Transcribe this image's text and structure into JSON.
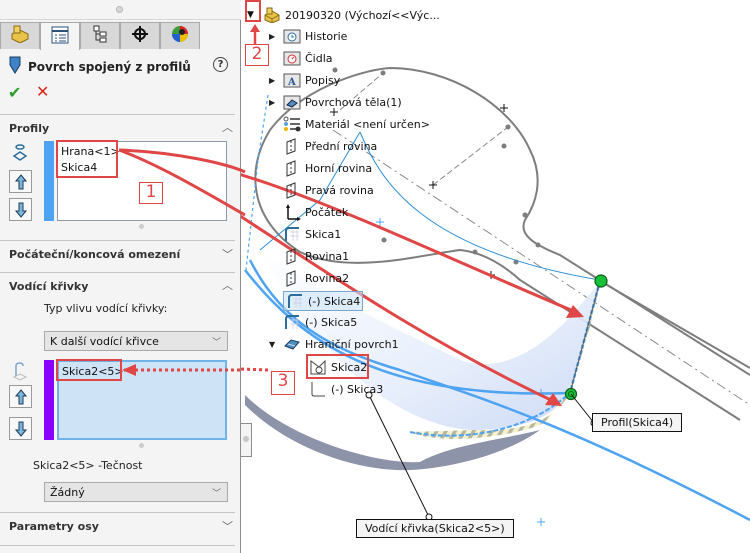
{
  "property_manager": {
    "tabs": [
      {
        "name": "featuremanager-tab",
        "icon": "part-icon"
      },
      {
        "name": "propertymanager-tab",
        "icon": "property-list-icon",
        "active": true
      },
      {
        "name": "configuration-tab",
        "icon": "config-tree-icon"
      },
      {
        "name": "dimxpert-tab",
        "icon": "crosshair-icon"
      },
      {
        "name": "appearance-tab",
        "icon": "color-wheel-icon"
      }
    ],
    "title": "Povrch spojený z profilů",
    "help": "?",
    "ok_symbol": "✔",
    "cancel_symbol": "✕",
    "sections": {
      "profiles": {
        "header": "Profily",
        "items": [
          "Hrana<1>",
          "Skica4"
        ],
        "bar_color": "#4ea3f2"
      },
      "start_end": {
        "header": "Počáteční/koncová omezení"
      },
      "guides": {
        "header": "Vodící křivky",
        "influence_label": "Typ vlivu vodící křivky:",
        "influence_value": "K další vodící křivce",
        "items": [
          "Skica2<5>"
        ],
        "bar_color": "#8a00ff",
        "tangency_label": "Skica2<5> -Tečnost",
        "tangency_value": "Žádný"
      },
      "axis": {
        "header": "Parametry osy"
      }
    }
  },
  "callouts": {
    "one": "1",
    "two": "2",
    "three": "3",
    "color": "#e04646"
  },
  "feature_tree": {
    "root": "20190320  (Výchozí<<Výc...",
    "items": [
      {
        "label": "Historie",
        "icon": "history-folder-icon",
        "expandable": true
      },
      {
        "label": "Čidla",
        "icon": "sensors-folder-icon",
        "expandable": false
      },
      {
        "label": "Popisy",
        "icon": "annotations-folder-icon",
        "expandable": true
      },
      {
        "label": "Povrchová těla(1)",
        "icon": "surface-bodies-folder-icon",
        "expandable": true
      },
      {
        "label": "Materiál <není určen>",
        "icon": "material-icon",
        "expandable": false
      },
      {
        "label": "Přední rovina",
        "icon": "plane-icon",
        "expandable": false
      },
      {
        "label": "Horní rovina",
        "icon": "plane-icon",
        "expandable": false
      },
      {
        "label": "Pravá rovina",
        "icon": "plane-icon",
        "expandable": false
      },
      {
        "label": "Počátek",
        "icon": "origin-icon",
        "expandable": false
      },
      {
        "label": "Skica1",
        "icon": "sketch-icon",
        "expandable": false
      },
      {
        "label": "Rovina1",
        "icon": "plane-icon",
        "expandable": false
      },
      {
        "label": "Rovina2",
        "icon": "plane-icon",
        "expandable": false
      },
      {
        "label": "(-) Skica4",
        "icon": "sketch-icon",
        "expandable": false,
        "selected": true
      },
      {
        "label": "(-) Skica5",
        "icon": "sketch-icon",
        "expandable": false
      },
      {
        "label": "Hraniční povrch1",
        "icon": "boundary-surface-icon",
        "expandable": true,
        "expanded": true
      },
      {
        "label": "Skica2",
        "icon": "sketch-guide-icon",
        "expandable": false,
        "child": true
      },
      {
        "label": "(-) Skica3",
        "icon": "sketch-icon",
        "expandable": false,
        "child": true
      }
    ]
  },
  "graphics": {
    "tag_profile": "Profil(Skica4)",
    "tag_guide": "Vodící křivka(Skica2<5>)",
    "handle_color": "#18c038",
    "preview_edge_color": "#4ea3f2",
    "sketch_color": "#7d7d7d"
  }
}
